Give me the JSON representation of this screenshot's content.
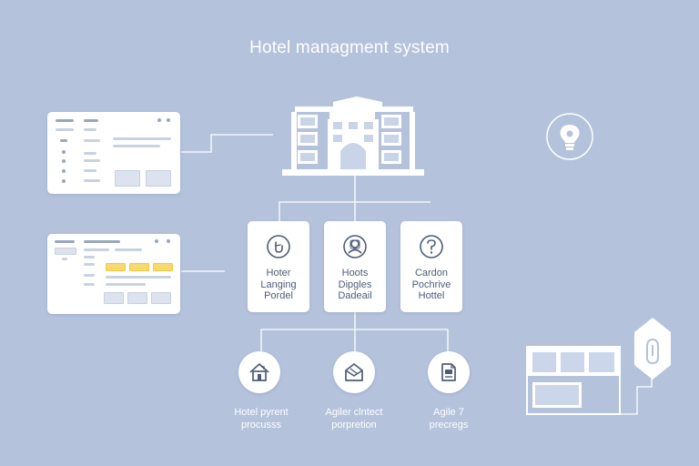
{
  "title": "Hotel managment system",
  "cards": [
    {
      "lines": [
        "Hoter",
        "Langing",
        "Pordel"
      ],
      "icon": "hand-icon"
    },
    {
      "lines": [
        "Hoots",
        "Dipgles",
        "Dadeail"
      ],
      "icon": "person-icon"
    },
    {
      "lines": [
        "Cardon",
        "Pochrive",
        "Hottel"
      ],
      "icon": "question-icon"
    }
  ],
  "processes": [
    {
      "lines": [
        "Hotel pyrent",
        "procusss"
      ],
      "icon": "house-icon"
    },
    {
      "lines": [
        "Agiler clntect",
        "porpretion"
      ],
      "icon": "envelope-icon"
    },
    {
      "lines": [
        "Agile 7",
        "precregs"
      ],
      "icon": "document-icon"
    }
  ],
  "icons": {
    "building": "hotel-building-icon",
    "lightbulb": "lightbulb-icon",
    "tag": "tag-icon"
  },
  "colors": {
    "background": "#b4c2dc",
    "panel": "#ffffff",
    "accent": "#f8d96c",
    "text": "#4e5c78"
  }
}
